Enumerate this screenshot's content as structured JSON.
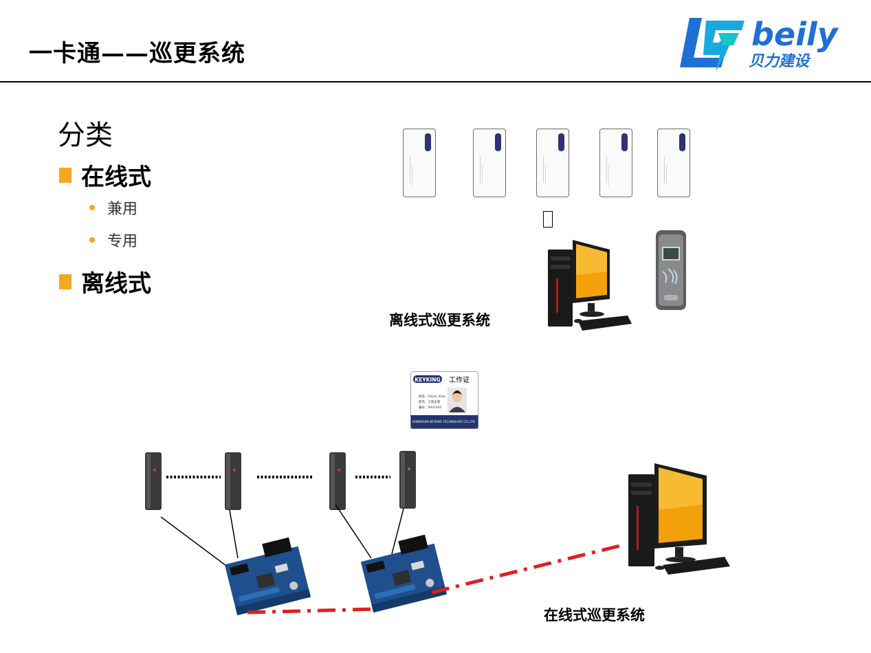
{
  "header": {
    "title": "一卡通——巡更系统",
    "logo_brand": "beily",
    "logo_subtitle": "贝力建设"
  },
  "content": {
    "section_heading": "分类",
    "bullets": [
      {
        "label": "在线式",
        "sub_items": [
          "兼用",
          "专用"
        ]
      },
      {
        "label": "离线式",
        "sub_items": []
      }
    ]
  },
  "diagram": {
    "offline_label": "离线式巡更系统",
    "online_label": "在线式巡更系统",
    "id_card": {
      "brand": "KEYKING",
      "title": "工作证",
      "company": "SHENZHEN KEYKING TECHNOLOGY CO.,LTD.",
      "fields": [
        "姓名：Adam_Xiao",
        "职务：工程主管",
        "编号：0001001"
      ]
    }
  },
  "colors": {
    "accent": "#f5a623",
    "link_red": "#e01e1e",
    "card_navy": "#2e3373",
    "board_blue": "#1f4f8c",
    "logo_blue": "#1f6fd6",
    "logo_teal": "#19c3c8"
  }
}
